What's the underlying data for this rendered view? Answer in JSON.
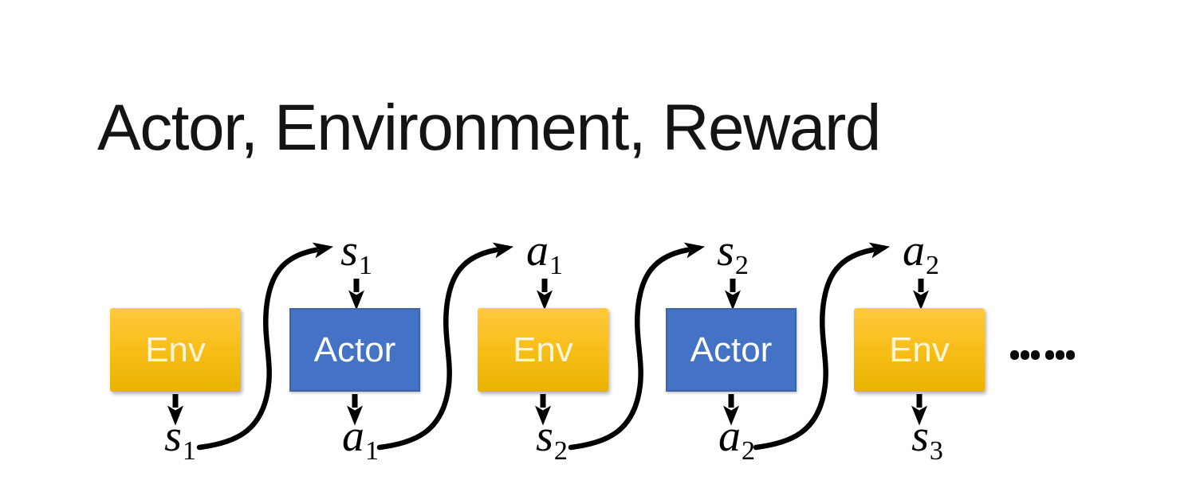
{
  "slide": {
    "title": "Actor, Environment, Reward"
  },
  "diagram": {
    "boxes": [
      {
        "label": "Env"
      },
      {
        "label": "Actor"
      },
      {
        "label": "Env"
      },
      {
        "label": "Actor"
      },
      {
        "label": "Env"
      }
    ],
    "top_labels": [
      {
        "base": "s",
        "sub": "1"
      },
      {
        "base": "a",
        "sub": "1"
      },
      {
        "base": "s",
        "sub": "2"
      },
      {
        "base": "a",
        "sub": "2"
      }
    ],
    "bottom_labels": [
      {
        "base": "s",
        "sub": "1"
      },
      {
        "base": "a",
        "sub": "1"
      },
      {
        "base": "s",
        "sub": "2"
      },
      {
        "base": "a",
        "sub": "2"
      },
      {
        "base": "s",
        "sub": "3"
      }
    ],
    "ellipsis_text": "……",
    "colors": {
      "title_color": "#141414",
      "env_top": "#FFC93E",
      "env_bottom": "#E9B303",
      "actor_fill": "#4472C4",
      "actor_border": "#3F63A8",
      "arrow": "#000000"
    }
  }
}
